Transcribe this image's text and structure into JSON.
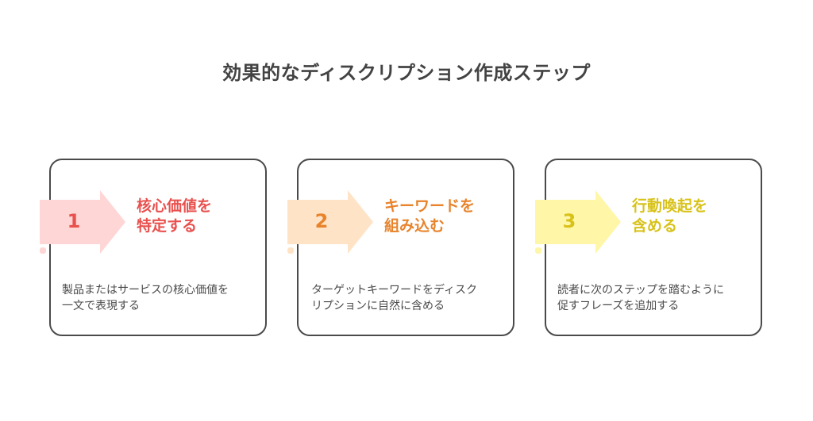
{
  "title": "効果的なディスクリプション作成ステップ",
  "steps": [
    {
      "number": "1",
      "title_line1": "核心価値を",
      "title_line2": "特定する",
      "description_line1": "製品またはサービスの核心価値を",
      "description_line2": "一文で表現する",
      "arrow_color": "#ffd6d6",
      "text_color": "#e8514e"
    },
    {
      "number": "2",
      "title_line1": "キーワードを",
      "title_line2": "組み込む",
      "description_line1": "ターゲットキーワードをディスク",
      "description_line2": "リプションに自然に含める",
      "arrow_color": "#ffe3c6",
      "text_color": "#e8832b"
    },
    {
      "number": "3",
      "title_line1": "行動喚起を",
      "title_line2": "含める",
      "description_line1": "読者に次のステップを踏むように",
      "description_line2": "促すフレーズを追加する",
      "arrow_color": "#fff6a8",
      "text_color": "#d8c21a"
    }
  ]
}
